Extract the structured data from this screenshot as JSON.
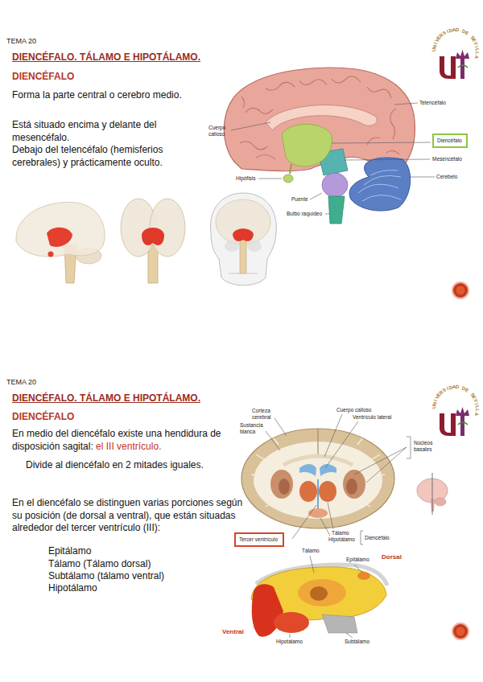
{
  "diagram": {
    "title": "DIENCÉFALO. TÁLAMO E HIPOTÁLAMO.",
    "nodes": [
      {
        "text": [
          "Diencéfalo"
        ]
      },
      {
        "text": [
          "Tercer ventrículo"
        ]
      }
    ],
    "labels": [
      "TEMA 20",
      "DIENCÉFALO",
      "Forma la parte central o cerebro medio.",
      "Está situado encima y delante del mesencéfalo.",
      "Debajo del telencéfalo (hemisferios cerebrales) y prácticamente oculto.",
      "UNIVERSIDAD DE SEVILLA",
      "Telencéfalo",
      "Cuerpo calloso",
      "Mesencéfalo",
      "Cerebelo",
      "Hipófisis",
      "Puente",
      "Bulbo raquídeo",
      "TEMA 20",
      "DIENCÉFALO. TÁLAMO E HIPOTÁLAMO.",
      "DIENCÉFALO",
      "En medio del diencéfalo existe una hendidura de disposición sagital:",
      "el III ventrículo.",
      "Divide al diencéfalo en 2 mitades iguales.",
      "En el diencéfalo se distinguen varias porciones según su posición (de dorsal a ventral), que están situadas alrededor del tercer ventrículo (III):",
      "Epitálamo",
      "Tálamo (Tálamo dorsal)",
      "Subtálamo (tálamo ventral)",
      "Hipotálamo",
      "UNIVERSIDAD DE SEVILLA",
      "Corteza cerebral",
      "Sustancia blanca",
      "Cuerpo calloso",
      "Ventrículo lateral",
      "Núcleos basales",
      "Tálamo",
      "Hipotálamo",
      "Diencéfalo",
      "Tálamo",
      "Epitálamo",
      "Dorsal",
      "Hipotálamo",
      "Subtálamo",
      "Ventral"
    ]
  }
}
